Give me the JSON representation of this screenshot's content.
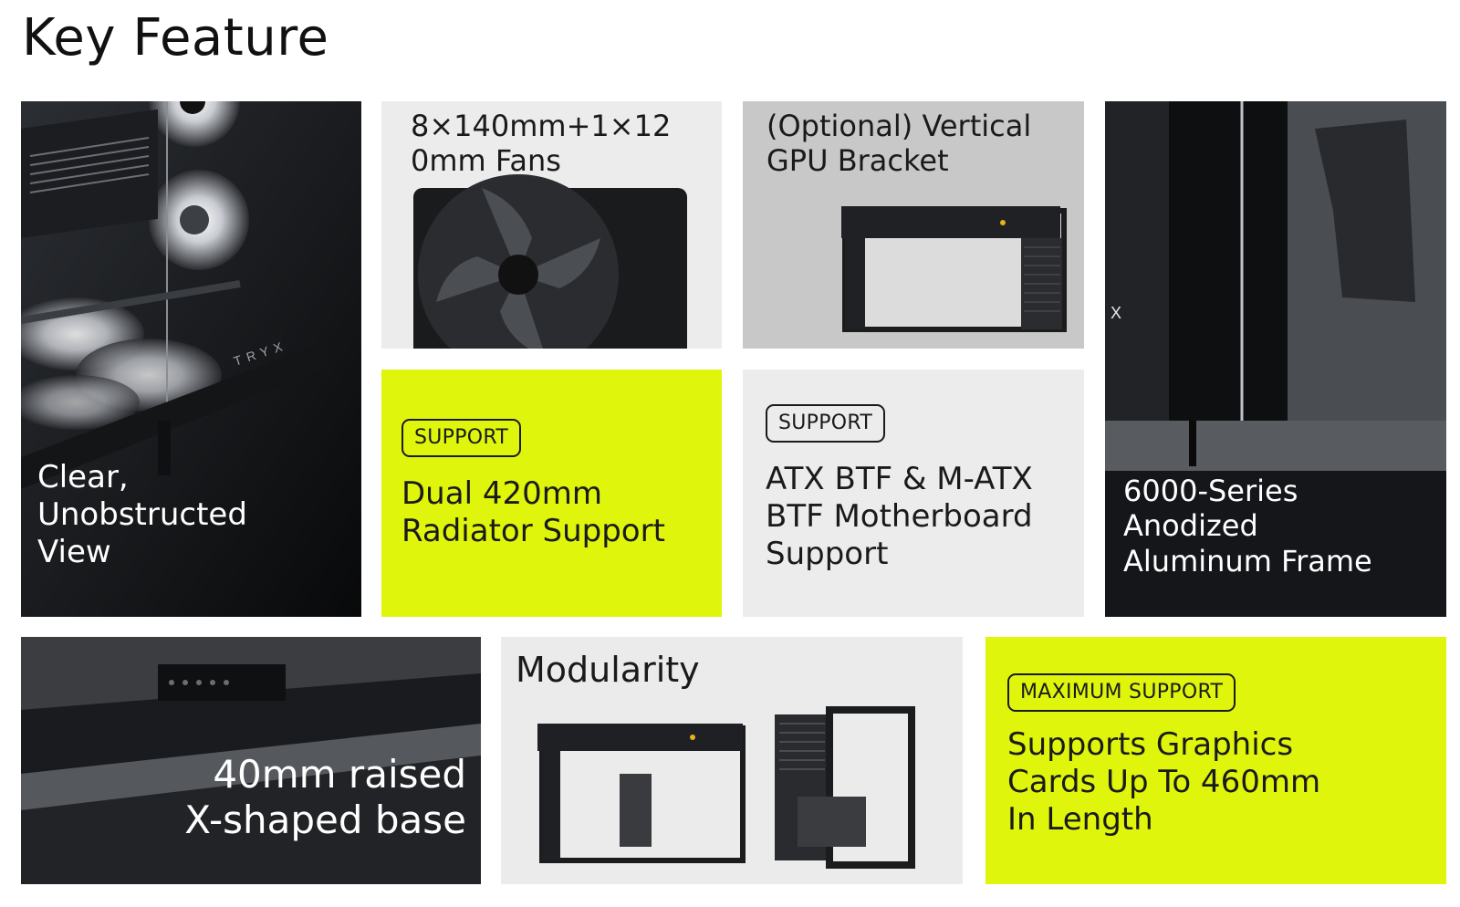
{
  "page": {
    "title": "Key Feature"
  },
  "tiles": {
    "clear": {
      "lines": [
        "Clear,",
        "Unobstructed",
        "View"
      ],
      "brand_mark": "TRYX"
    },
    "fans": {
      "lines": [
        "8×140mm+1×12",
        "0mm Fans"
      ]
    },
    "vertical_gpu": {
      "lines": [
        "(Optional) Vertical",
        "GPU Bracket"
      ]
    },
    "frame": {
      "lines": [
        "6000-Series",
        "Anodized",
        "Aluminum Frame"
      ],
      "mark": "X"
    },
    "radiator": {
      "badge": "SUPPORT",
      "lines": [
        "Dual 420mm",
        "Radiator Support"
      ]
    },
    "atx": {
      "badge": "SUPPORT",
      "lines": [
        "ATX BTF & M-ATX",
        "BTF Motherboard",
        "Support"
      ]
    },
    "base": {
      "lines": [
        "40mm raised",
        "X-shaped base"
      ]
    },
    "modularity": {
      "lines": [
        "Modularity"
      ]
    },
    "gpu_length": {
      "badge": "MAXIMUM SUPPORT",
      "lines": [
        "Supports Graphics",
        "Cards Up To 460mm",
        "In Length"
      ]
    }
  },
  "colors": {
    "accent_lime": "#dff50c",
    "dark_tile": "#0b0c0e",
    "light_tile": "#ececec",
    "gray_tile": "#c8c8c8",
    "text_dark": "#1a1a1a",
    "text_light": "#ffffff"
  }
}
